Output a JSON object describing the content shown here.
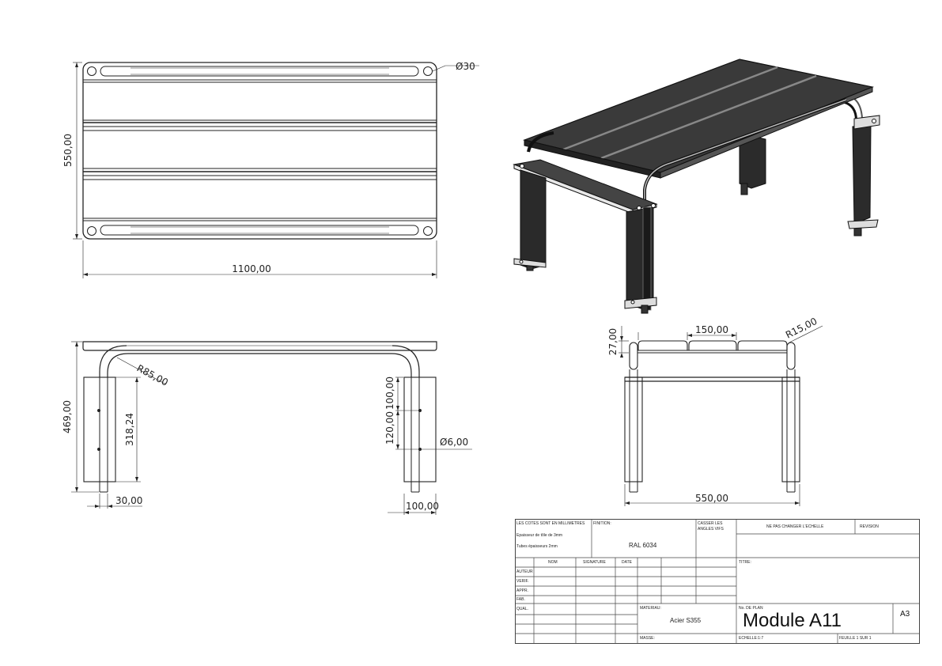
{
  "dimensions": {
    "phi30": "Ø30",
    "d550": "550,00",
    "d1100": "1100,00",
    "r85": "R85,00",
    "d469": "469,00",
    "d318": "318,24",
    "d30": "30,00",
    "d100v": "100,00",
    "d120": "120,00",
    "phi6": "Ø6,00",
    "d100h": "100,00",
    "d150": "150,00",
    "r15": "R15,00",
    "d27": "27,00",
    "d550b": "550,00"
  },
  "title_block": {
    "note1": "LES COTES SONT EN MILLIMETRES",
    "note2": "Epaisseur de tôle de 3mm",
    "note3": "Tubes épaisseurs 2mm",
    "finish_label": "FINITION:",
    "finish_value": "RAL 6034",
    "edges_line1": "CASSER LES",
    "edges_line2": "ANGLES VIFS",
    "no_scale": "NE PAS CHANGER L'ECHELLE",
    "revision": "REVISION",
    "col_nom": "NOM",
    "col_signature": "SIGNATURE",
    "col_date": "DATE",
    "rows": [
      "AUTEUR",
      "VERIF.",
      "APPR.",
      "FAB.",
      "QUAL."
    ],
    "title_label": "TITRE:",
    "material_label": "MATERIAU:",
    "material_value": "Acier S355",
    "plan_no_label": "No. DE PLAN",
    "plan_no_value": "Module A11",
    "format": "A3",
    "mass_label": "MASSE:",
    "scale": "ECHELLE:1:7",
    "sheet": "FEUILLE 1 SUR 1"
  }
}
